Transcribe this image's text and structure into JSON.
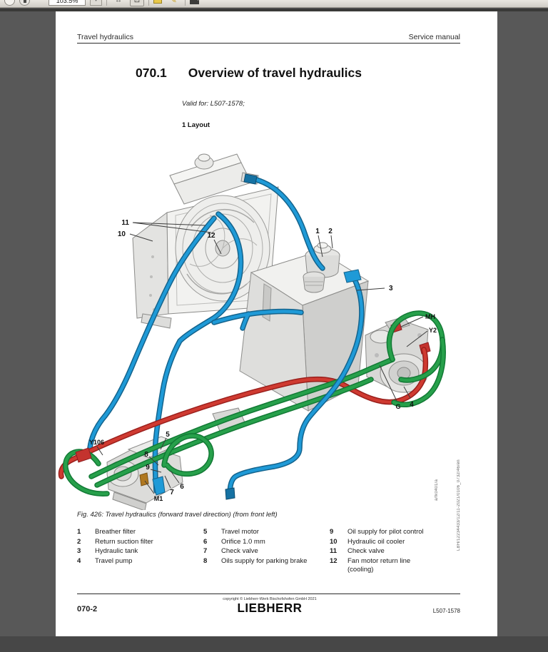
{
  "toolbar": {
    "zoom_value": "103.5%",
    "dropdown_glyph": "▾",
    "fit_width_glyph": "↔",
    "fit_page_glyph": "⊡",
    "pen_glyph": "✎"
  },
  "page": {
    "header": {
      "left": "Travel hydraulics",
      "right": "Service manual"
    },
    "title": {
      "number": "070.1",
      "text": "Overview of travel hydraulics"
    },
    "valid_for": "Valid for: L507-1578;",
    "section_heading": "1 Layout",
    "figure": {
      "caption": "Fig. 426: Travel hydraulics (forward travel direction) (from front left)",
      "figure_id": "a/fk0401/a",
      "labels": {
        "n1": "1",
        "n2": "2",
        "n3": "3",
        "n4": "4",
        "n5": "5",
        "n6": "6",
        "n7": "7",
        "n8": "8",
        "n9": "9",
        "n10": "10",
        "n11": "11",
        "n12": "12",
        "mh": "MH",
        "y2": "Y2",
        "g": "G",
        "y106": "Y106",
        "m1": "M1"
      }
    },
    "legend": {
      "columns": [
        {
          "items": [
            {
              "num": "1",
              "text": "Breather filter"
            },
            {
              "num": "2",
              "text": "Return suction filter"
            },
            {
              "num": "3",
              "text": "Hydraulic tank"
            },
            {
              "num": "4",
              "text": "Travel pump"
            }
          ]
        },
        {
          "items": [
            {
              "num": "5",
              "text": "Travel motor"
            },
            {
              "num": "6",
              "text": "Orifice 1.0 mm"
            },
            {
              "num": "7",
              "text": "Check valve"
            },
            {
              "num": "8",
              "text": "Oils supply for parking brake"
            }
          ]
        },
        {
          "items": [
            {
              "num": "9",
              "text": "Oil supply for pilot control"
            },
            {
              "num": "10",
              "text": "Hydraulic oil cooler"
            },
            {
              "num": "11",
              "text": "Check valve"
            },
            {
              "num": "12",
              "text": "Fan motor return line\n(cooling)"
            }
          ]
        }
      ]
    },
    "footer": {
      "page_number": "070-2",
      "copyright": "copyright © Liebherr-Werk Bischofshofen GmbH 2021",
      "logo": "LIEBHERR",
      "model": "L507-1578"
    },
    "doc_id": "LBH/12234433/12/11-2021/0106_0732/46/en"
  },
  "colors": {
    "hose_blue": "#1f9ad7",
    "hose_green": "#27a04b",
    "hose_red": "#cf3a31",
    "viewer_bg": "#585858"
  }
}
